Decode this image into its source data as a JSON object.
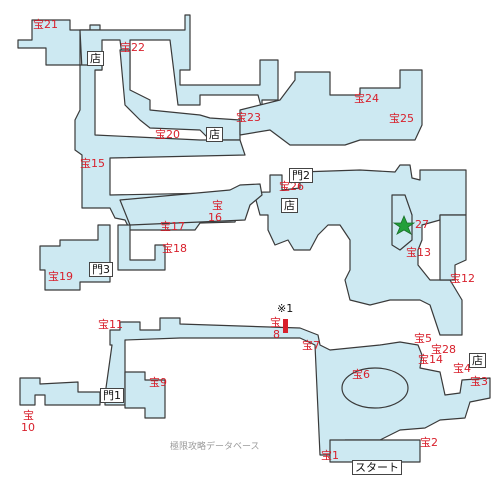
{
  "markers": {
    "t1": "宝1",
    "t2": "宝2",
    "t3": "宝3",
    "t4": "宝4",
    "t5": "宝5",
    "t6": "宝6",
    "t7": "宝7",
    "t8a": "宝",
    "t8b": "8",
    "t9": "宝9",
    "t10a": "宝",
    "t10b": "10",
    "t11": "宝11",
    "t12": "宝12",
    "t13": "宝13",
    "t14": "宝14",
    "t15": "宝15",
    "t16a": "宝",
    "t16b": "16",
    "t17": "宝17",
    "t18": "宝18",
    "t19": "宝19",
    "t20": "宝20",
    "t21": "宝21",
    "t22": "宝22",
    "t23": "宝23",
    "t24": "宝24",
    "t25": "宝25",
    "t26": "宝26",
    "t27": "27",
    "t28": "宝28"
  },
  "boxes": {
    "shop1": "店",
    "shop2": "店",
    "shop3": "店",
    "shop4": "店",
    "gate1": "門1",
    "gate2": "門2",
    "gate3": "門3",
    "start": "スタート"
  },
  "note": "※1",
  "watermark": "極限攻略データベース",
  "colors": {
    "floor": "#cde9f2",
    "marker": "#d8202c",
    "star": "#22a03a"
  }
}
